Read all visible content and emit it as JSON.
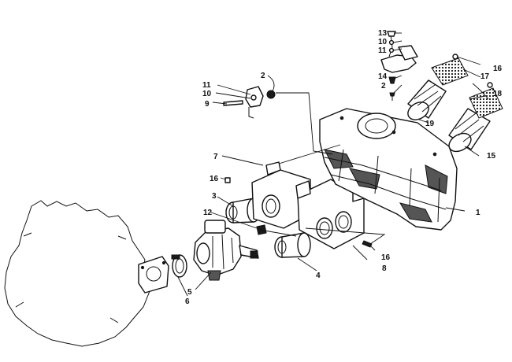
{
  "callouts": {
    "c1": "1",
    "c2a": "2",
    "c2b": "2",
    "c3": "3",
    "c4": "4",
    "c5": "5",
    "c6": "6",
    "c7": "7",
    "c8": "8",
    "c9": "9",
    "c10a": "10",
    "c10b": "10",
    "c11a": "11",
    "c11b": "11",
    "c12": "12",
    "c13": "13",
    "c14": "14",
    "c15": "15",
    "c16a": "16",
    "c16b": "16",
    "c16c": "16",
    "c17": "17",
    "c18": "18",
    "c19": "19"
  },
  "colors": {
    "ink": "#111111",
    "paper": "#ffffff"
  }
}
